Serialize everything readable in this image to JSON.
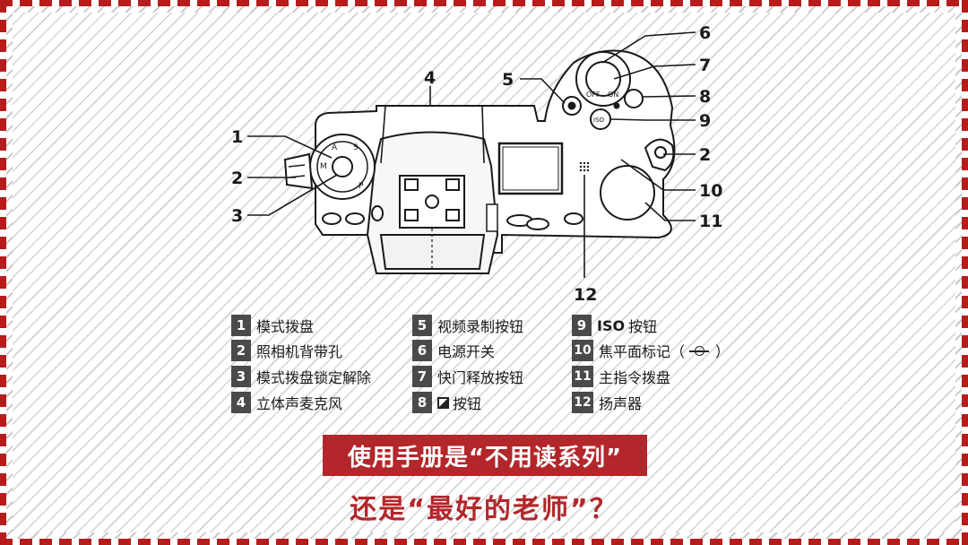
{
  "callouts": [
    "1",
    "2",
    "3",
    "4",
    "5",
    "6",
    "7",
    "8",
    "9",
    "10",
    "11",
    "12",
    "2"
  ],
  "dial_marks": {
    "off": "OFF",
    "on": "ON",
    "iso": "ISO",
    "mode_letters": [
      "M",
      "A",
      "S",
      "P"
    ]
  },
  "legend": [
    {
      "num": "1",
      "label": "模式拨盘"
    },
    {
      "num": "2",
      "label": "照相机背带孔"
    },
    {
      "num": "3",
      "label": "模式拨盘锁定解除"
    },
    {
      "num": "4",
      "label": "立体声麦克风"
    },
    {
      "num": "5",
      "label": "视频录制按钮"
    },
    {
      "num": "6",
      "label": "电源开关"
    },
    {
      "num": "7",
      "label": "快门释放按钮"
    },
    {
      "num": "8",
      "label": "按钮",
      "icon": "exposure-compensation-icon"
    },
    {
      "num": "9",
      "prefix": "ISO",
      "label": "按钮"
    },
    {
      "num": "10",
      "label": "焦平面标记（",
      "suffix": "）",
      "icon": "focal-plane-icon"
    },
    {
      "num": "11",
      "label": "主指令拨盘"
    },
    {
      "num": "12",
      "label": "扬声器"
    }
  ],
  "banner": {
    "line1": "使用手册是“不用读系列”",
    "line2": "还是“最好的老师”？"
  },
  "colors": {
    "accent": "#b3262a",
    "badge": "#4a4a4a",
    "stripe": "#d3d3d3"
  }
}
